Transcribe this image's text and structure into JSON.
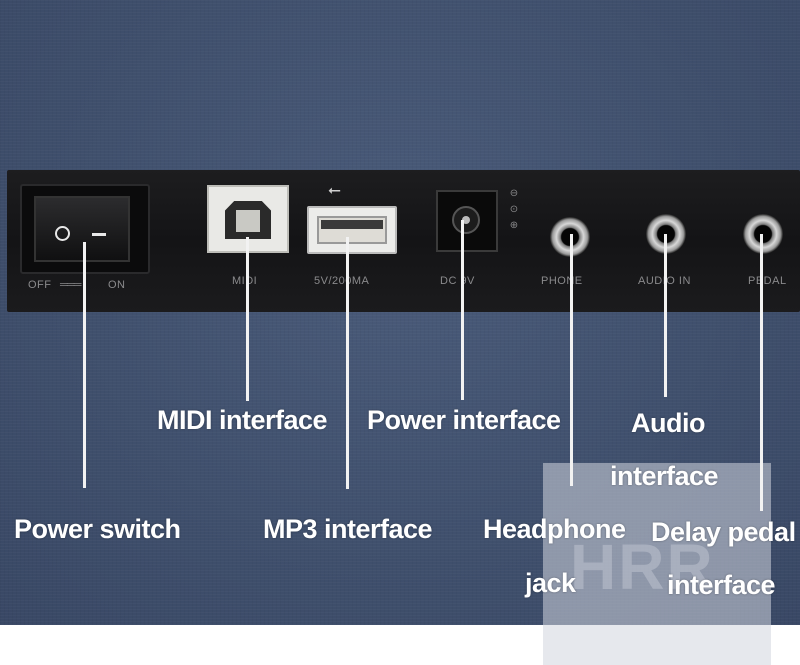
{
  "panel": {
    "switch_off_label": "OFF",
    "switch_on_label": "ON",
    "switch_off_symbol": "O",
    "midi_port_label": "MIDI",
    "usb_port_label": "5V/200MA",
    "usb_symbol": "⭠",
    "dc_label": "DC 9V",
    "phone_label": "PHONE",
    "audio_in_label": "AUDIO IN",
    "pedal_label": "PEDAL"
  },
  "callouts": {
    "midi": "MIDI interface",
    "power_interface": "Power interface",
    "audio_line1": "Audio",
    "audio_line2": "interface",
    "power_switch": "Power switch",
    "mp3": "MP3 interface",
    "headphone_line1": "Headphone",
    "headphone_line2": "jack",
    "pedal_line1": "Delay pedal",
    "pedal_line2": "interface"
  },
  "watermark": "HRR",
  "colors": {
    "background": "#42526f",
    "panel": "#161618",
    "label_text": "#ffffff"
  }
}
